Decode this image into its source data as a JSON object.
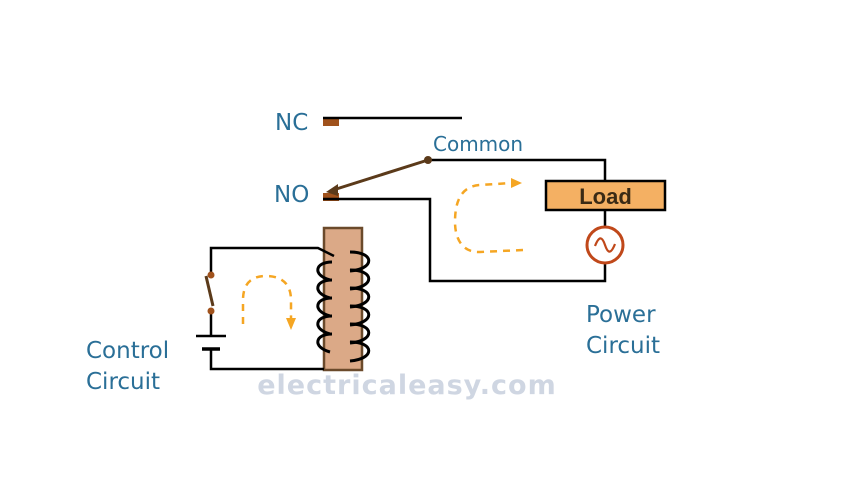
{
  "labels": {
    "nc": "NC",
    "no": "NO",
    "common": "Common",
    "load": "Load",
    "power_circuit_line1": "Power",
    "power_circuit_line2": "Circuit",
    "control_circuit_line1": "Control",
    "control_circuit_line2": "Circuit"
  },
  "watermark": "electricaleasy.com",
  "colors": {
    "wire": "#000000",
    "contact": "#a0521c",
    "armature": "#5b3a1a",
    "load_fill": "#f4b063",
    "core_fill": "#dba987",
    "core_stroke": "#6b4a2b",
    "ac_source": "#c0481a",
    "current_arrow": "#f5a623",
    "label_text": "#2a6f97"
  },
  "icons": {
    "ac_source": "ac-source-icon",
    "battery": "battery-icon",
    "switch": "switch-icon",
    "coil": "coil-icon"
  }
}
